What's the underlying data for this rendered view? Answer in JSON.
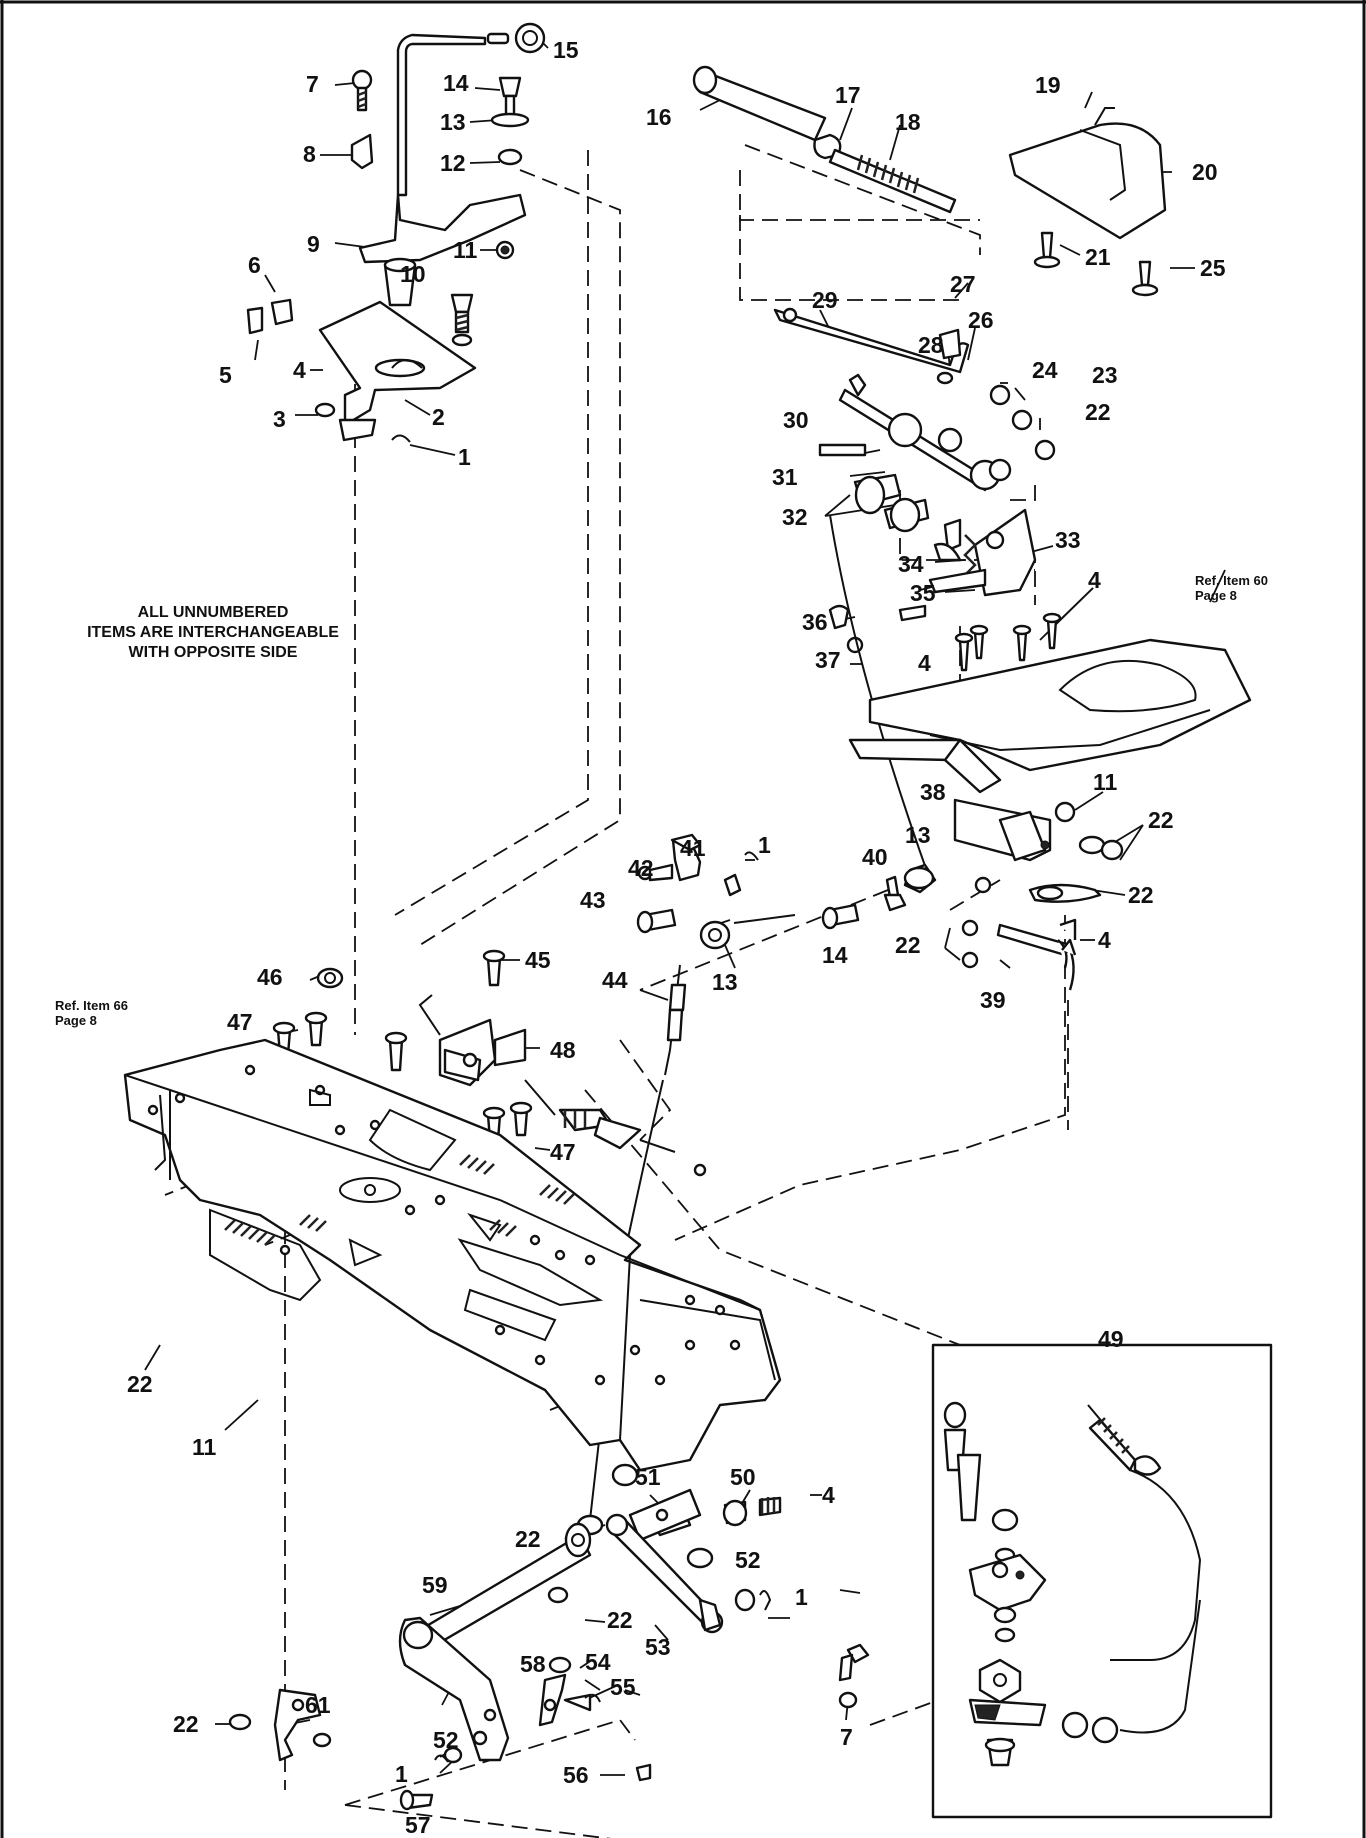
{
  "note": {
    "lines": [
      "ALL UNNUMBERED",
      "ITEMS ARE INTERCHANGEABLE",
      "WITH OPPOSITE SIDE"
    ]
  },
  "refs": {
    "right": {
      "line1": "Ref. Item 60",
      "line2": "Page 8"
    },
    "left": {
      "line1": "Ref. Item 66",
      "line2": "Page 8"
    }
  },
  "callouts": [
    {
      "label": "15"
    },
    {
      "label": "7"
    },
    {
      "label": "14"
    },
    {
      "label": "13"
    },
    {
      "label": "8"
    },
    {
      "label": "12"
    },
    {
      "label": "9"
    },
    {
      "label": "11"
    },
    {
      "label": "6"
    },
    {
      "label": "10"
    },
    {
      "label": "5"
    },
    {
      "label": "4"
    },
    {
      "label": "3"
    },
    {
      "label": "2"
    },
    {
      "label": "1"
    },
    {
      "label": "16"
    },
    {
      "label": "17"
    },
    {
      "label": "18"
    },
    {
      "label": "19"
    },
    {
      "label": "20"
    },
    {
      "label": "21"
    },
    {
      "label": "25"
    },
    {
      "label": "27"
    },
    {
      "label": "29"
    },
    {
      "label": "26"
    },
    {
      "label": "28"
    },
    {
      "label": "24"
    },
    {
      "label": "23"
    },
    {
      "label": "22"
    },
    {
      "label": "30"
    },
    {
      "label": "31"
    },
    {
      "label": "32"
    },
    {
      "label": "33"
    },
    {
      "label": "34"
    },
    {
      "label": "35"
    },
    {
      "label": "4"
    },
    {
      "label": "36"
    },
    {
      "label": "37"
    },
    {
      "label": "4"
    },
    {
      "label": "11"
    },
    {
      "label": "38"
    },
    {
      "label": "22"
    },
    {
      "label": "41"
    },
    {
      "label": "1"
    },
    {
      "label": "42"
    },
    {
      "label": "40"
    },
    {
      "label": "13"
    },
    {
      "label": "22"
    },
    {
      "label": "43"
    },
    {
      "label": "14"
    },
    {
      "label": "13"
    },
    {
      "label": "22"
    },
    {
      "label": "4"
    },
    {
      "label": "39"
    },
    {
      "label": "46"
    },
    {
      "label": "45"
    },
    {
      "label": "44"
    },
    {
      "label": "47"
    },
    {
      "label": "48"
    },
    {
      "label": "47"
    },
    {
      "label": "22"
    },
    {
      "label": "11"
    },
    {
      "label": "49"
    },
    {
      "label": "51"
    },
    {
      "label": "50"
    },
    {
      "label": "4"
    },
    {
      "label": "22"
    },
    {
      "label": "52"
    },
    {
      "label": "1"
    },
    {
      "label": "59"
    },
    {
      "label": "22"
    },
    {
      "label": "53"
    },
    {
      "label": "58"
    },
    {
      "label": "54"
    },
    {
      "label": "55"
    },
    {
      "label": "7"
    },
    {
      "label": "61"
    },
    {
      "label": "22"
    },
    {
      "label": "52"
    },
    {
      "label": "1"
    },
    {
      "label": "56"
    },
    {
      "label": "57"
    }
  ]
}
